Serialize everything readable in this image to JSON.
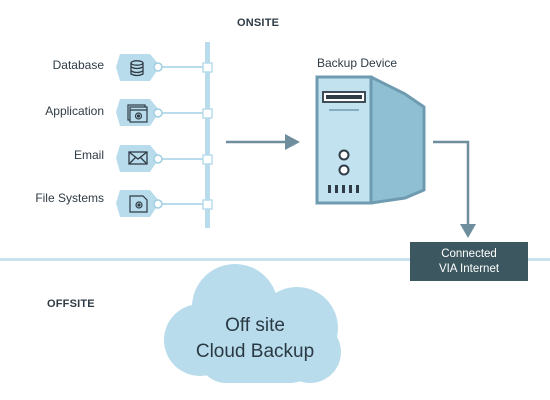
{
  "onsite": {
    "title": "ONSITE"
  },
  "offsite": {
    "title": "OFFSITE"
  },
  "sources": [
    {
      "label": "Database",
      "icon": "database-icon"
    },
    {
      "label": "Application",
      "icon": "application-window-icon"
    },
    {
      "label": "Email",
      "icon": "envelope-icon"
    },
    {
      "label": "File Systems",
      "icon": "file-system-icon"
    }
  ],
  "backup_device": {
    "label": "Backup Device",
    "icon": "server-tower-icon"
  },
  "connection": {
    "line1": "Connected",
    "line2": "VIA Internet"
  },
  "cloud": {
    "line1": "Off site",
    "line2": "Cloud Backup",
    "icon": "cloud-icon"
  },
  "colors": {
    "light_blue": "#b9dcec",
    "mid_blue": "#8fbfd3",
    "outline": "#6f9bb0",
    "arrow": "#6e8e9d",
    "badge": "#3c575f",
    "divider": "#c8e3ef"
  }
}
